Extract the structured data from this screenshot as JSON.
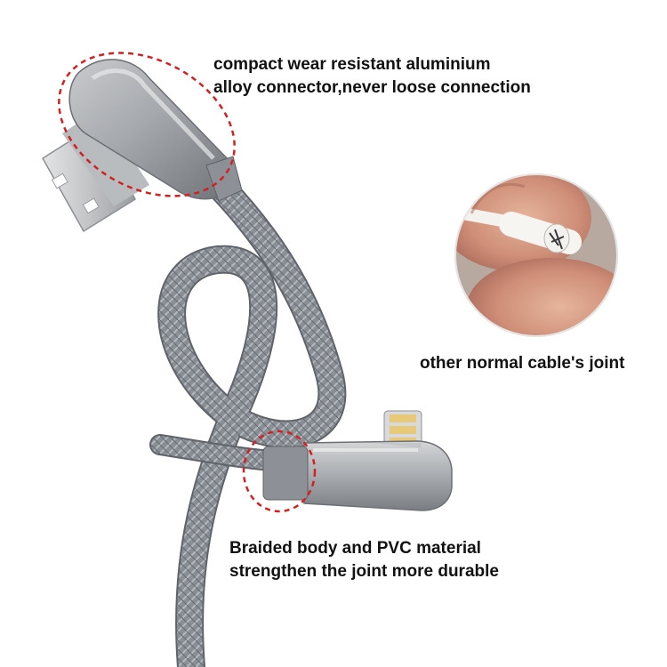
{
  "captions": {
    "connector_line_1": "compact wear resistant aluminium",
    "connector_line_2": "alloy connector,never loose connection",
    "inset_caption": "other normal cable's joint",
    "braid_line_1": "Braided body and PVC material",
    "braid_line_2": "strengthen the joint more durable"
  },
  "colors": {
    "background": "#ffffff",
    "braid": "#8a8f96",
    "connector_metal": "#a5a8ac",
    "highlight_dash": "#d42020",
    "caption_text": "#111111"
  }
}
